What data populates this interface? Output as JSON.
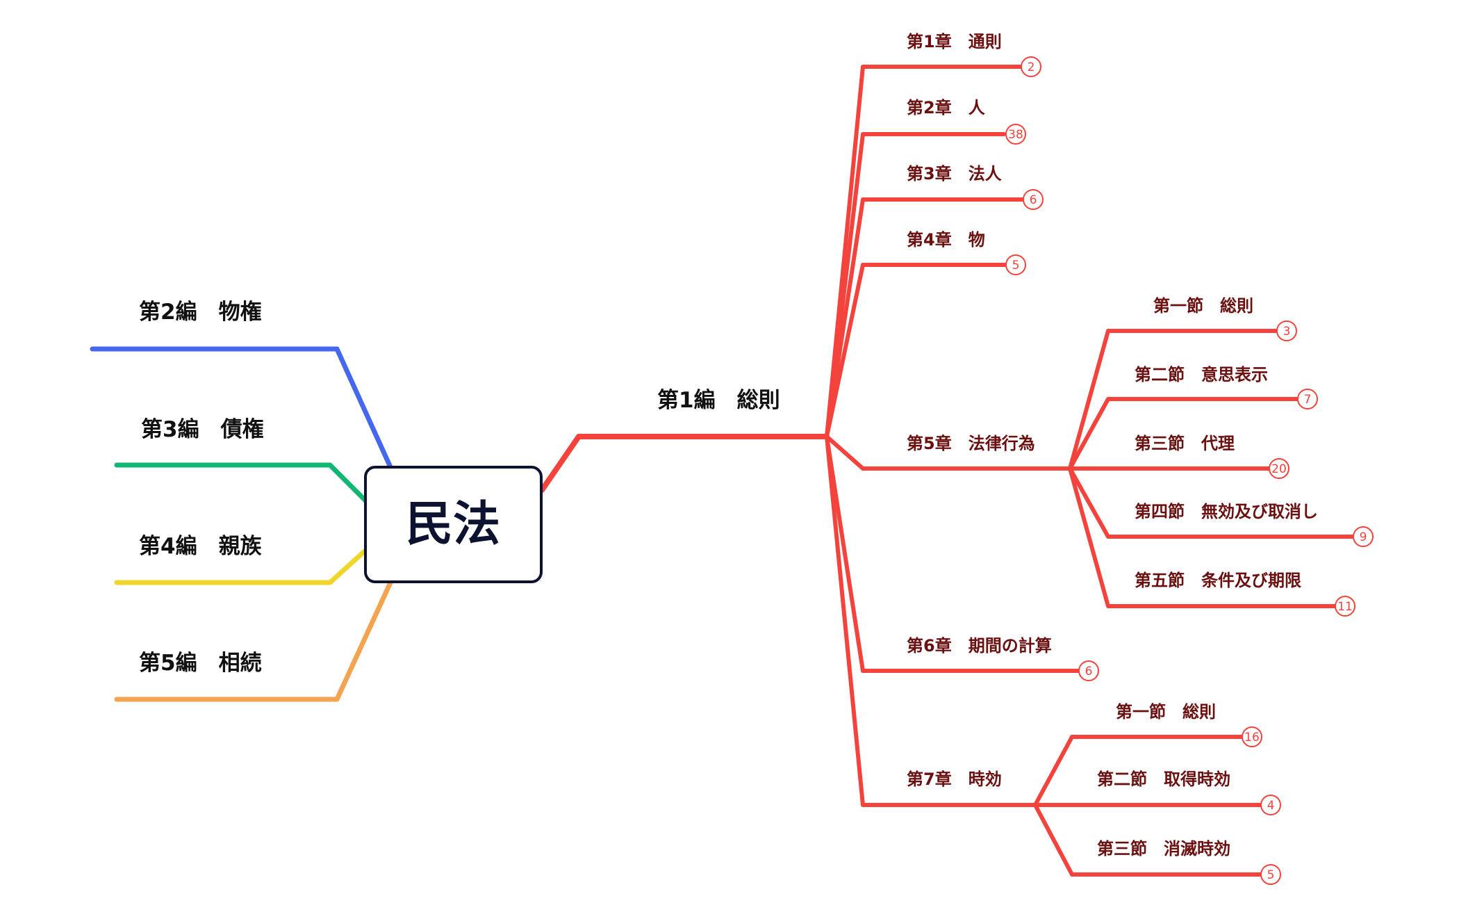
{
  "root": {
    "label": "民法"
  },
  "colors": {
    "part1": "#f4433c",
    "part2": "#4568ef",
    "part3": "#10b672",
    "part4": "#f0d62a",
    "part5": "#f4a350",
    "root_border": "#0d1230",
    "node_text": "#6b0f0f"
  },
  "left_volumes": [
    {
      "label": "第2編　物権",
      "color": "#4568ef"
    },
    {
      "label": "第3編　債権",
      "color": "#10b672"
    },
    {
      "label": "第4編　親族",
      "color": "#f0d62a"
    },
    {
      "label": "第5編　相続",
      "color": "#f4a350"
    }
  ],
  "part1": {
    "label": "第1編　総則",
    "chapters": [
      {
        "label": "第1章　通則",
        "count": "2"
      },
      {
        "label": "第2章　人",
        "count": "38"
      },
      {
        "label": "第3章　法人",
        "count": "6"
      },
      {
        "label": "第4章　物",
        "count": "5"
      },
      {
        "label": "第5章　法律行為",
        "sections": [
          {
            "label": "第一節　総則",
            "count": "3"
          },
          {
            "label": "第二節　意思表示",
            "count": "7"
          },
          {
            "label": "第三節　代理",
            "count": "20"
          },
          {
            "label": "第四節　無効及び取消し",
            "count": "9"
          },
          {
            "label": "第五節　条件及び期限",
            "count": "11"
          }
        ]
      },
      {
        "label": "第6章　期間の計算",
        "count": "6"
      },
      {
        "label": "第7章　時効",
        "sections": [
          {
            "label": "第一節　総則",
            "count": "16"
          },
          {
            "label": "第二節　取得時効",
            "count": "4"
          },
          {
            "label": "第三節　消滅時効",
            "count": "5"
          }
        ]
      }
    ]
  }
}
